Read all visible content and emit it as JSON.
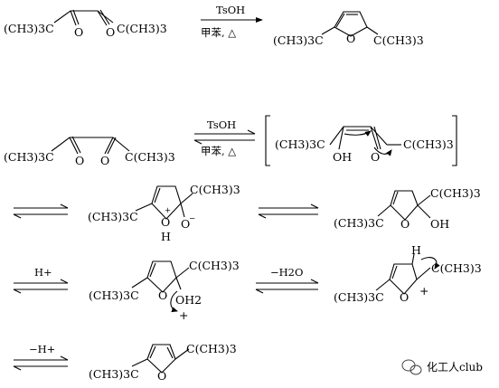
{
  "colors": {
    "ink": "#000000",
    "background": "#ffffff",
    "watermark": "#222222"
  },
  "overall": {
    "reactant": {
      "left_group": "(CH3)3C",
      "o1": "O",
      "o2": "O",
      "right_group": "C(CH3)3"
    },
    "conditions": {
      "reagent": "TsOH",
      "solvent_heat": "甲苯, △"
    },
    "product": {
      "left_group": "(CH3)3C",
      "ring_o": "O",
      "right_group": "C(CH3)3"
    }
  },
  "mechanism": {
    "step1": {
      "reactant": {
        "left_group": "(CH3)3C",
        "o1": "O",
        "o2": "O",
        "right_group": "C(CH3)3"
      },
      "conditions": {
        "reagent": "TsOH",
        "solvent_heat": "甲苯, △"
      },
      "enol": {
        "left_group": "(CH3)3C",
        "oh": "OH",
        "o": "O",
        "right_group": "C(CH3)3"
      }
    },
    "step2": {
      "intermediate_a": {
        "left_group": "(CH3)3C",
        "ring_o": "O",
        "plus": "+",
        "h": "H",
        "o_minus": "O",
        "minus": "−",
        "right_group": "C(CH3)3"
      },
      "intermediate_b": {
        "left_group": "(CH3)3C",
        "ring_o": "O",
        "oh": "OH",
        "right_group": "C(CH3)3"
      }
    },
    "step3": {
      "arrow_label": "H+",
      "intermediate_c": {
        "left_group": "(CH3)3C",
        "ring_o": "O",
        "oh2": "OH2",
        "plus": "+",
        "right_group": "C(CH3)3"
      },
      "arrow_label_2": "−H2O",
      "intermediate_d": {
        "left_group": "(CH3)3C",
        "ring_o": "O",
        "h": "H",
        "plus": "+",
        "right_group": "C(CH3)3"
      }
    },
    "step4": {
      "arrow_label": "−H+",
      "product": {
        "left_group": "(CH3)3C",
        "ring_o": "O",
        "right_group": "C(CH3)3"
      }
    }
  },
  "watermark": {
    "icon": "wechat-icon",
    "text": "化工人club"
  }
}
